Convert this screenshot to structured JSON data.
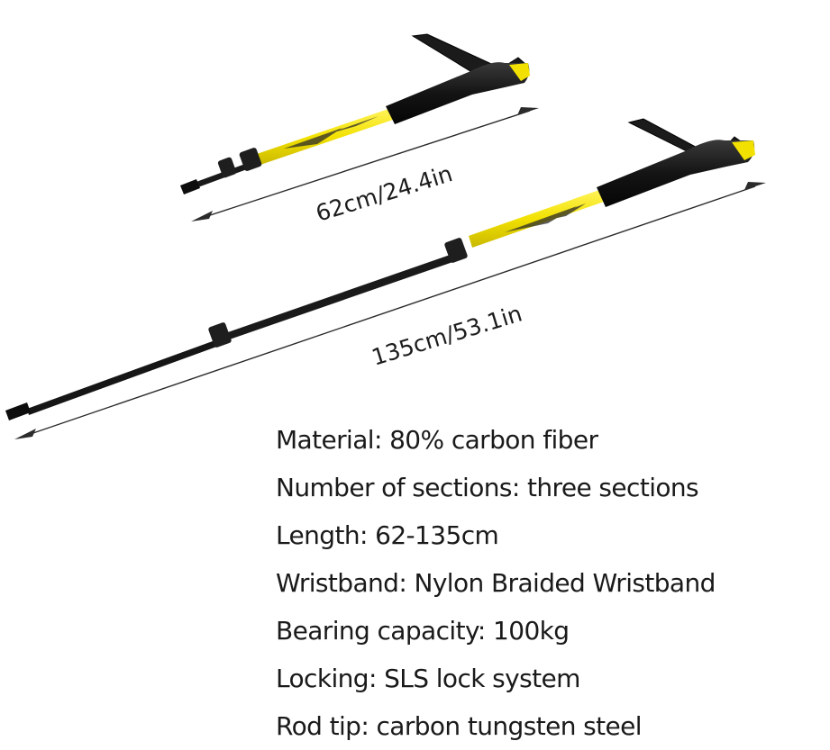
{
  "product": {
    "accent_color": "#f2e100",
    "grip_color": "#141414",
    "shaft_color": "#111111",
    "poles": [
      {
        "name": "collapsed-pole",
        "length_label": "62cm/24.4in"
      },
      {
        "name": "extended-pole",
        "length_label": "135cm/53.1in"
      }
    ]
  },
  "specs": [
    "Material: 80% carbon fiber",
    "Number of sections: three sections",
    "Length: 62-135cm",
    "Wristband: Nylon Braided Wristband",
    "Bearing capacity: 100kg",
    "Locking: SLS lock system",
    "Rod tip: carbon tungsten steel"
  ]
}
